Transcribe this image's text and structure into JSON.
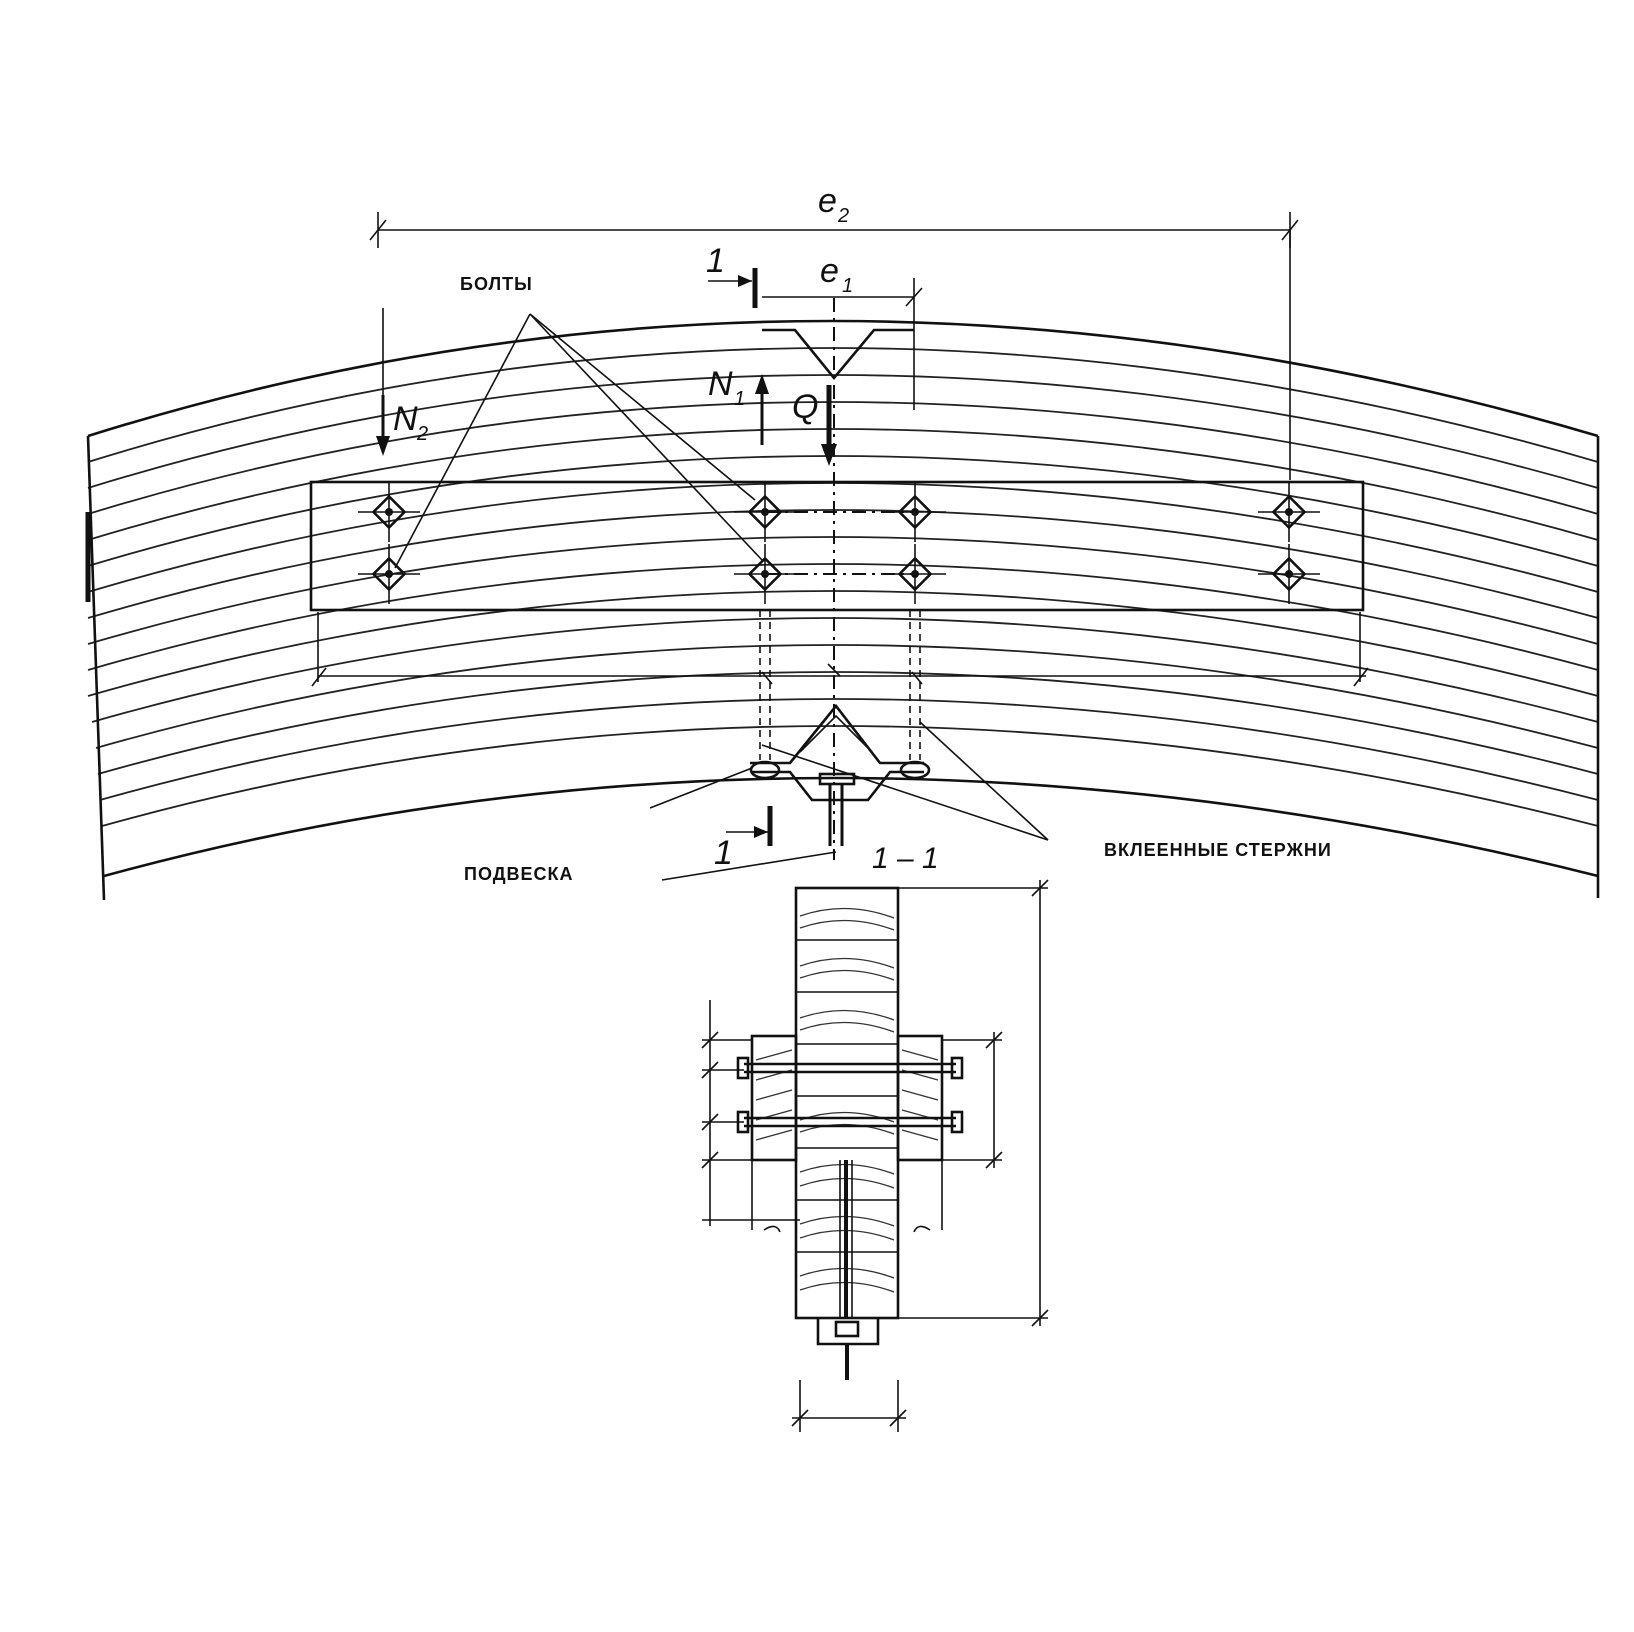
{
  "labels": {
    "bolts": "БОЛТЫ",
    "hanger": "ПОДВЕСКА",
    "glued_rods": "ВКЛЕЕННЫЕ СТЕРЖНИ",
    "section": "1 – 1",
    "section_mark_top": "1",
    "section_mark_bottom": "1"
  },
  "symbols": {
    "e2": "e",
    "e2_sub": "2",
    "e1": "e",
    "e1_sub": "1",
    "n1": "N",
    "n1_sub": "1",
    "n2": "N",
    "n2_sub": "2",
    "q": "Q"
  }
}
